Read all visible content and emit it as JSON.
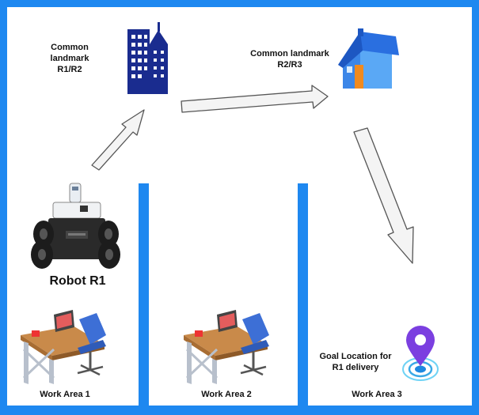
{
  "landmark_r1r2": {
    "line1": "Common landmark",
    "line2": "R1/R2"
  },
  "landmark_r2r3": {
    "line1": "Common landmark",
    "line2": "R2/R3"
  },
  "robot": {
    "label": "Robot R1"
  },
  "work_areas": [
    "Work Area 1",
    "Work Area 2",
    "Work Area 3"
  ],
  "goal": {
    "line1": "Goal Location for",
    "line2": "R1 delivery"
  },
  "colors": {
    "wall": "#1e88f0",
    "arrow_fill": "#f4f4f4",
    "arrow_stroke": "#555555",
    "building": "#1a2c8f",
    "house_roof": "#2a6fe0",
    "house_wall": "#5aa8f5",
    "door": "#f08a1e",
    "pin": "#7b3fe0",
    "desk": "#c98a4a",
    "chair": "#3d6fd6"
  },
  "icons": [
    "office-building-icon",
    "house-icon",
    "robot-icon",
    "desk-workstation-icon",
    "location-pin-icon"
  ]
}
